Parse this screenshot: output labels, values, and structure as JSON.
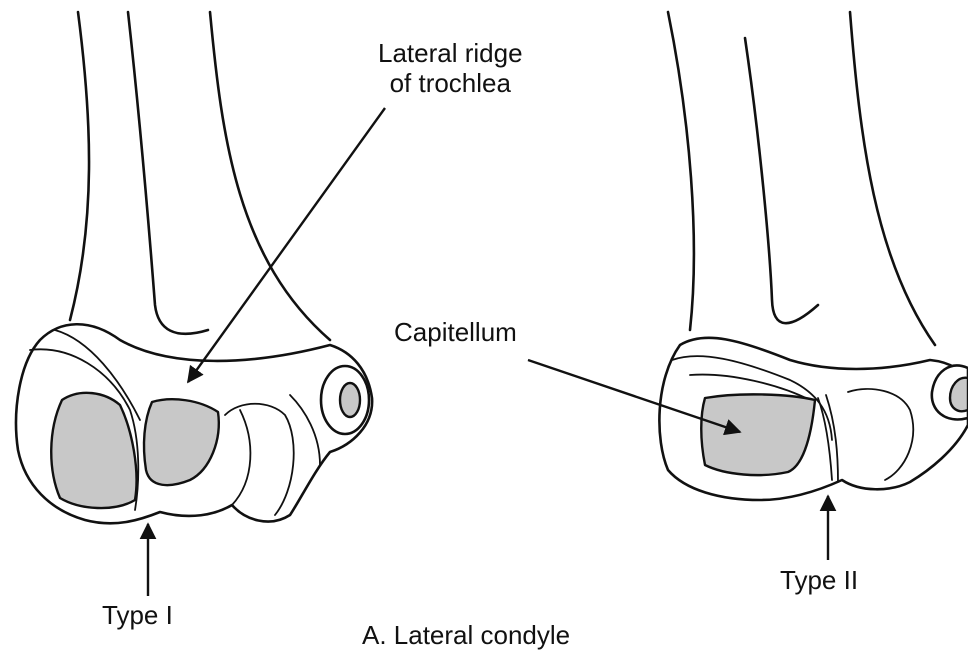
{
  "labels": {
    "lateral_ridge_line1": "Lateral ridge",
    "lateral_ridge_line2": "of trochlea",
    "capitellum": "Capitellum",
    "type_i": "Type I",
    "type_ii": "Type II",
    "caption": "A. Lateral condyle"
  },
  "colors": {
    "line": "#111111",
    "shaded_fragment": "#c8c8c8",
    "background": "#ffffff"
  }
}
